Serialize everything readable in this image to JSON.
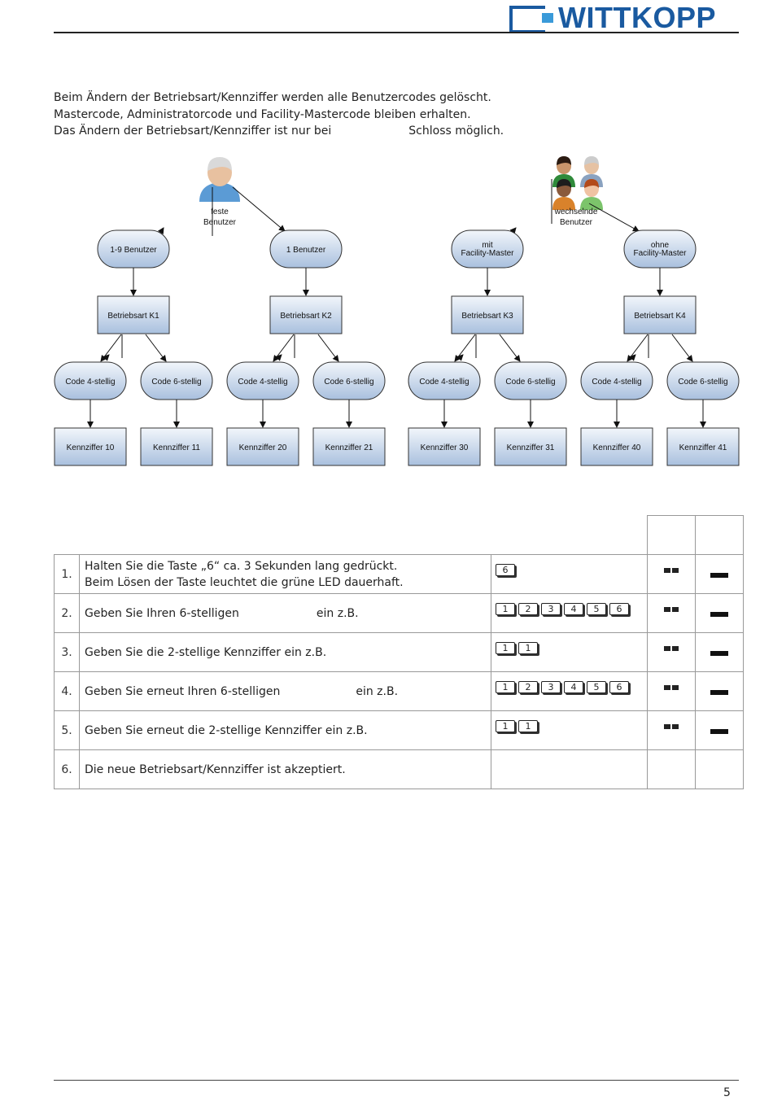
{
  "header": {
    "brand": "WITTKOPP"
  },
  "intro": {
    "line1": "Beim Ändern der Betriebsart/Kennziffer werden alle Benutzercodes gelöscht.",
    "line2": "Mastercode, Administratorcode und Facility-Mastercode bleiben erhalten.",
    "line3a": "Das Ändern der Betriebsart/Kennziffer ist nur bei",
    "line3b": "Schloss möglich."
  },
  "diagram": {
    "groups": [
      {
        "persona_label": [
          "feste",
          "Benutzer"
        ]
      },
      {
        "persona_label": [
          "wechselnde",
          "Benutzer"
        ]
      }
    ],
    "top_nodes": [
      [
        "1-9 Benutzer"
      ],
      [
        "1 Benutzer"
      ],
      [
        "mit",
        "Facility-Master"
      ],
      [
        "ohne",
        "Facility-Master"
      ]
    ],
    "modes": [
      "Betriebsart K1",
      "Betriebsart K2",
      "Betriebsart K3",
      "Betriebsart K4"
    ],
    "codes": [
      "Code 4-stellig",
      "Code 6-stellig",
      "Code 4-stellig",
      "Code 6-stellig",
      "Code 4-stellig",
      "Code 6-stellig",
      "Code 4-stellig",
      "Code 6-stellig"
    ],
    "numbers": [
      "Kennziffer 10",
      "Kennziffer 11",
      "Kennziffer 20",
      "Kennziffer 21",
      "Kennziffer 30",
      "Kennziffer 31",
      "Kennziffer 40",
      "Kennziffer 41"
    ]
  },
  "steps": [
    {
      "num": "1.",
      "text_a": "Halten Sie die Taste „6“ ca. 3 Sekunden lang gedrückt.",
      "text_b": "Beim Lösen der Taste leuchtet die grüne LED dauerhaft.",
      "keys": [
        "6"
      ],
      "indicators": true
    },
    {
      "num": "2.",
      "text_a": "Geben Sie Ihren 6-stelligen",
      "text_b": "ein z.B.",
      "keys": [
        "1",
        "2",
        "3",
        "4",
        "5",
        "6"
      ],
      "indicators": true
    },
    {
      "num": "3.",
      "text_a": "Geben Sie die 2-stellige Kennziffer ein z.B.",
      "keys": [
        "1",
        "1"
      ],
      "indicators": true
    },
    {
      "num": "4.",
      "text_a": "Geben Sie erneut Ihren 6-stelligen",
      "text_b": "ein z.B.",
      "keys": [
        "1",
        "2",
        "3",
        "4",
        "5",
        "6"
      ],
      "indicators": true
    },
    {
      "num": "5.",
      "text_a": "Geben Sie erneut die 2-stellige Kennziffer ein z.B.",
      "keys": [
        "1",
        "1"
      ],
      "indicators": true
    },
    {
      "num": "6.",
      "text_a": "Die neue Betriebsart/Kennziffer ist akzeptiert.",
      "keys": [],
      "indicators": false
    }
  ],
  "footer": {
    "page_number": "5"
  }
}
